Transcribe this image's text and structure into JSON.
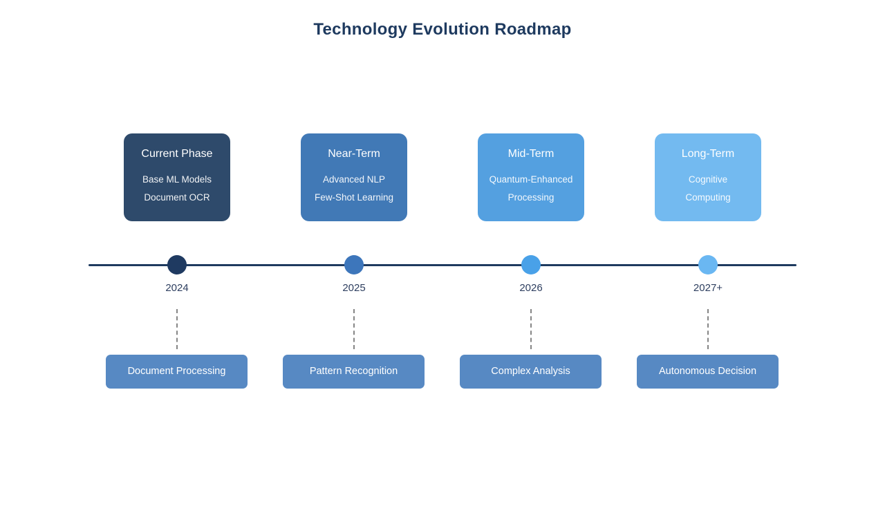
{
  "title": "Technology Evolution Roadmap",
  "colors": {
    "title_text": "#1e3a5f",
    "timeline_line": "#1e3a5f",
    "year_text": "#2d3e5f",
    "connector": "#858585",
    "milestone_bg": "#5789c3",
    "milestone_text": "#ffffff"
  },
  "phases": [
    {
      "label": "Current Phase",
      "items": [
        "Base ML Models",
        "Document OCR"
      ],
      "year": "2024",
      "card_color": "#2e4a6b",
      "dot_color": "#1f3a61",
      "milestone": "Document Processing"
    },
    {
      "label": "Near-Term",
      "items": [
        "Advanced NLP",
        "Few-Shot Learning"
      ],
      "year": "2025",
      "card_color": "#4179b6",
      "dot_color": "#3d76bb",
      "milestone": "Pattern Recognition"
    },
    {
      "label": "Mid-Term",
      "items": [
        "Quantum-Enhanced",
        "Processing"
      ],
      "year": "2026",
      "card_color": "#54a0e0",
      "dot_color": "#49a1e8",
      "milestone": "Complex Analysis"
    },
    {
      "label": "Long-Term",
      "items": [
        "Cognitive",
        "Computing"
      ],
      "year": "2027+",
      "card_color": "#73baf0",
      "dot_color": "#6ab7f2",
      "milestone": "Autonomous Decision"
    }
  ]
}
